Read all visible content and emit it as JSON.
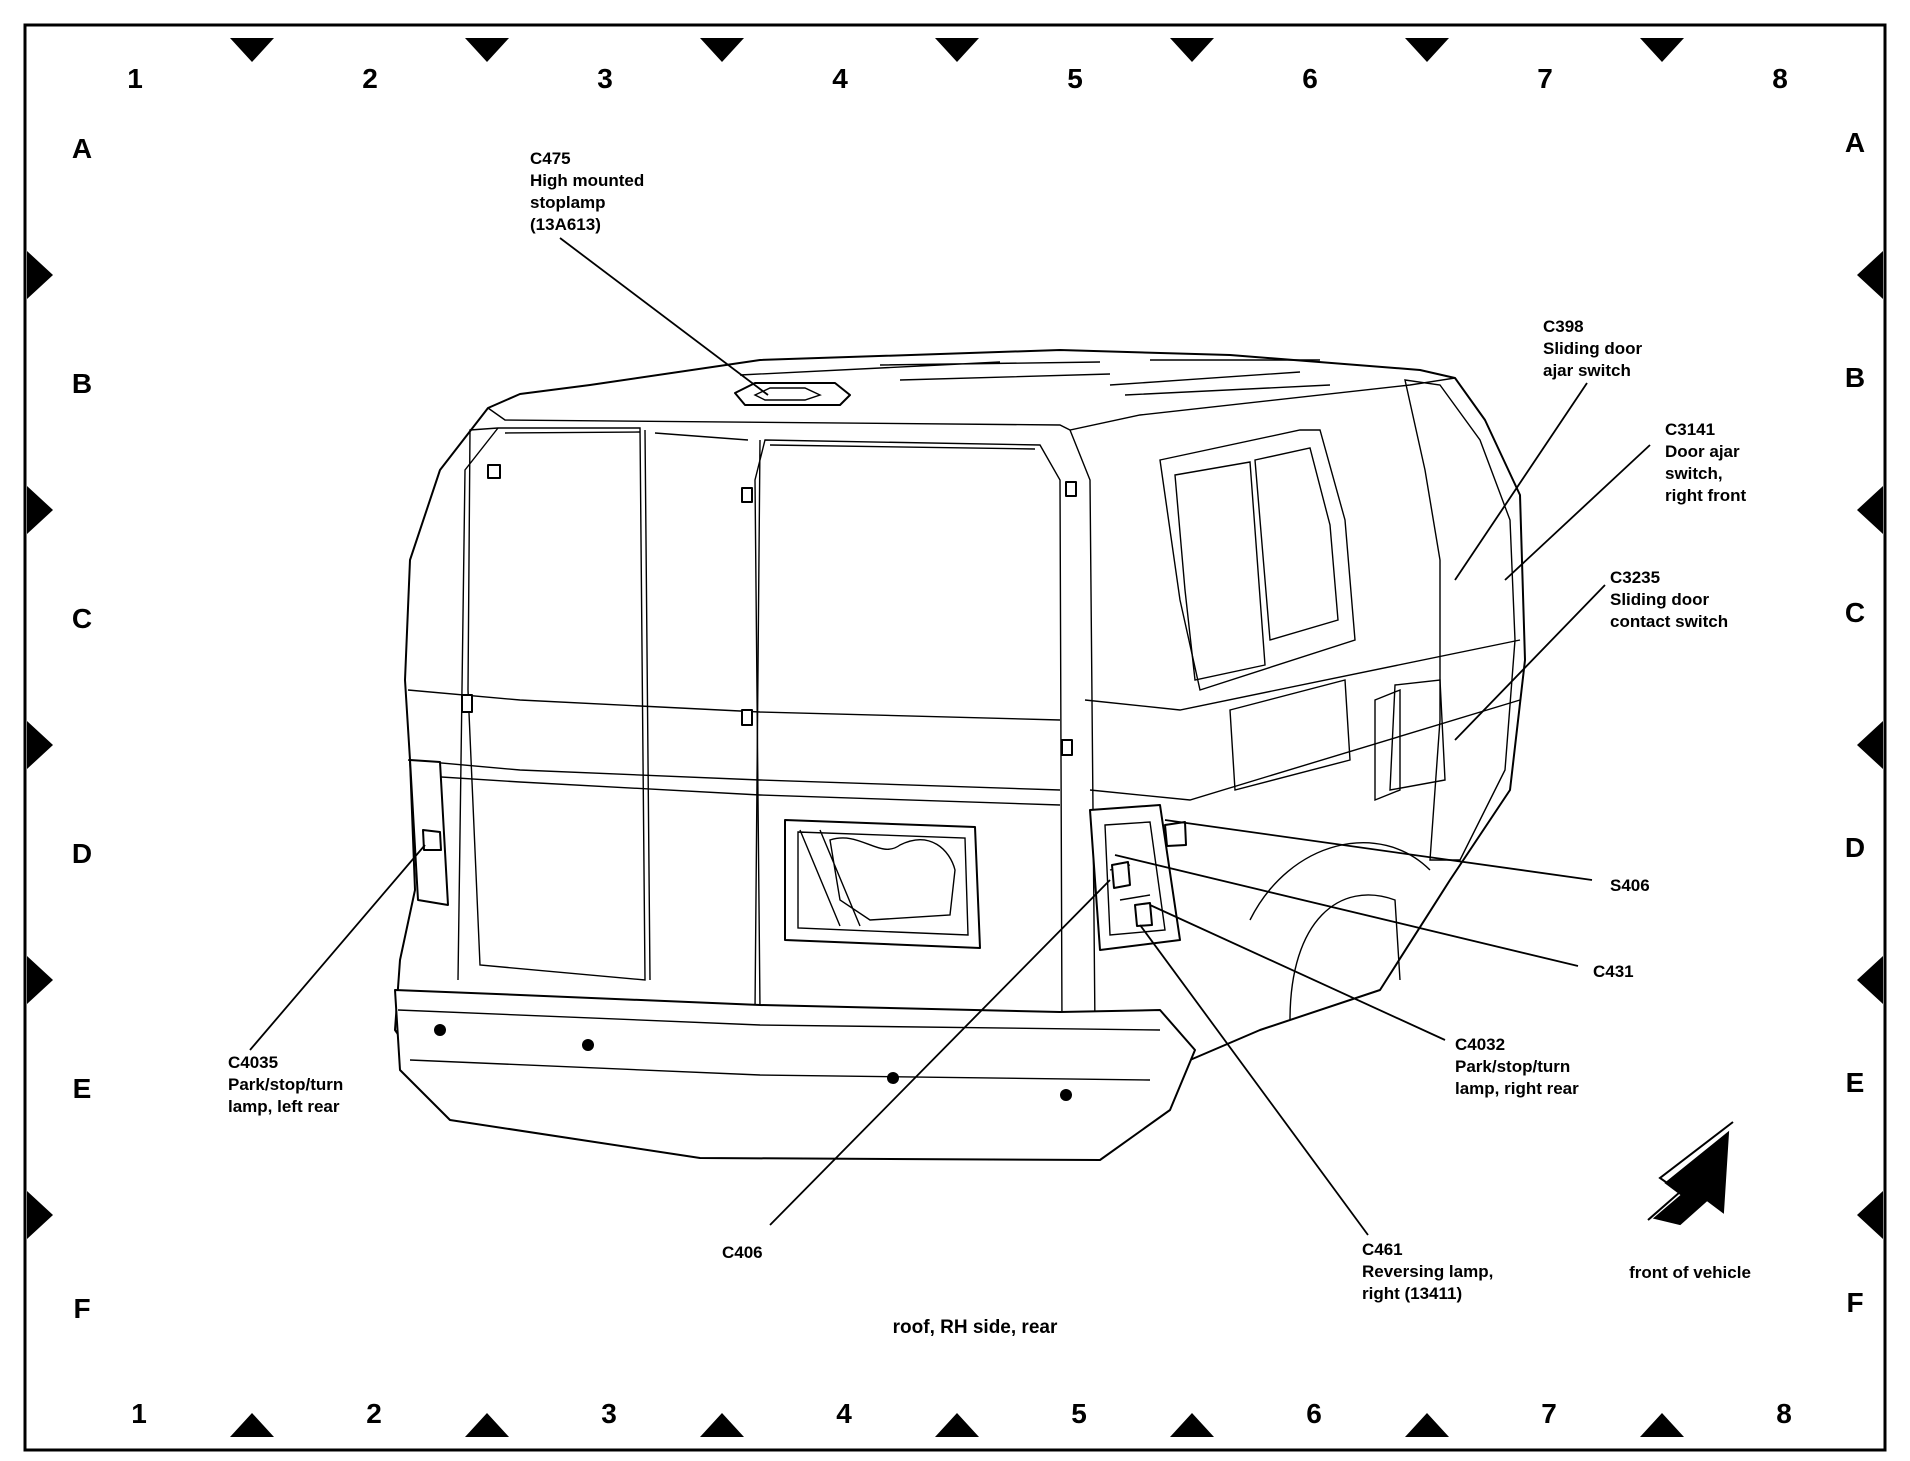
{
  "grid": {
    "columns": [
      "1",
      "2",
      "3",
      "4",
      "5",
      "6",
      "7",
      "8"
    ],
    "rows": [
      "A",
      "B",
      "C",
      "D",
      "E",
      "F"
    ]
  },
  "callouts": [
    {
      "id": "c475",
      "lines": [
        "C475",
        "High mounted",
        "stoplamp",
        "(13A613)"
      ]
    },
    {
      "id": "c398",
      "lines": [
        "C398",
        "Sliding door",
        "ajar switch"
      ]
    },
    {
      "id": "c3141",
      "lines": [
        "C3141",
        "Door ajar",
        "switch,",
        "right front"
      ]
    },
    {
      "id": "c3235",
      "lines": [
        "C3235",
        "Sliding door",
        "contact switch"
      ]
    },
    {
      "id": "s406",
      "lines": [
        "S406"
      ]
    },
    {
      "id": "c431",
      "lines": [
        "C431"
      ]
    },
    {
      "id": "c4032",
      "lines": [
        "C4032",
        "Park/stop/turn",
        "lamp, right rear"
      ]
    },
    {
      "id": "c4035",
      "lines": [
        "C4035",
        "Park/stop/turn",
        "lamp, left rear"
      ]
    },
    {
      "id": "c406",
      "lines": [
        "C406"
      ]
    },
    {
      "id": "c461",
      "lines": [
        "C461",
        "Reversing lamp,",
        "right (13411)"
      ]
    }
  ],
  "caption": "roof, RH side, rear",
  "front_label": "front of vehicle",
  "icons": {
    "arrow": "front-direction-arrow-icon"
  }
}
